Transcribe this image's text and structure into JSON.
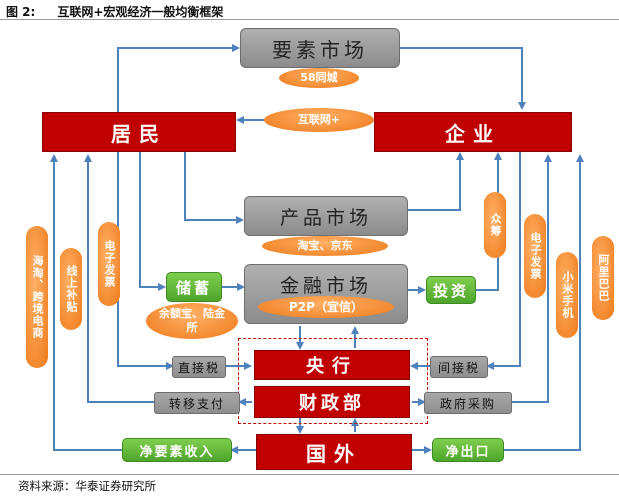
{
  "title": {
    "fig": "图 2:",
    "text": "互联网+宏观经济一般均衡框架"
  },
  "source": "资料来源：华泰证券研究所",
  "nodes": {
    "factor_market": "要素市场",
    "residents": "居民",
    "enterprise": "企业",
    "product_market": "产品市场",
    "finance_market": "金融市场",
    "savings": "储蓄",
    "investment": "投资",
    "central_bank": "央行",
    "ministry_finance": "财政部",
    "foreign": "国外",
    "direct_tax": "直接税",
    "indirect_tax": "间接税",
    "transfer_payment": "转移支付",
    "gov_procurement": "政府采购",
    "net_factor_income": "净要素收入",
    "net_export": "净出口"
  },
  "tags": {
    "job58": "58同城",
    "internet_plus": "互联网+",
    "taobao_jd": "淘宝、京东",
    "p2p": "P2P（宜信）",
    "yuebao": "余额宝、陆金所",
    "crowdfunding": "众筹",
    "e_invoice_left": "电子发票",
    "e_invoice_right": "电子发票",
    "online_subsidy": "线上补贴",
    "haitao": "海淘、跨境电商",
    "xiaomi": "小米手机",
    "alibaba": "阿里巴巴"
  }
}
